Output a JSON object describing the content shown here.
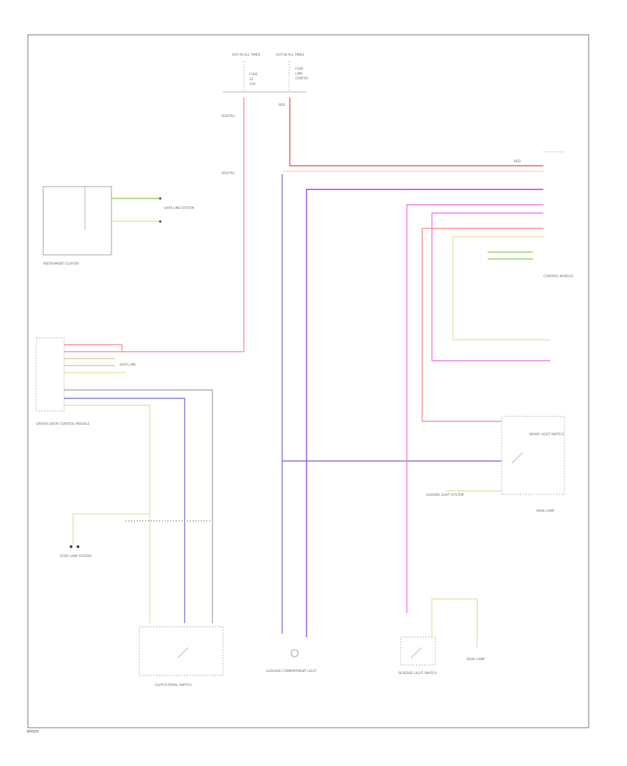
{
  "colors": {
    "red": "#ff9090",
    "red_bright": "#ff5050",
    "blue": "#7777dd",
    "purple": "#9944cc",
    "magenta": "#ee77ee",
    "yellow": "#e8e0a8",
    "green": "#99cc66",
    "gray": "#aaaaaa",
    "black": "#444444",
    "frame": "#888888"
  },
  "labels": {
    "hot_left": "HOT IN ALL TIMES",
    "hot_right": "HOT IN ALL TIMES",
    "fuse_left_1": "FUSE",
    "fuse_left_2": "22",
    "fuse_left_3": "10A",
    "fuse_right_1": "FUSE",
    "fuse_right_2": "LINK",
    "fuse_right_3": "CENTER",
    "wire_red_yel_1": "RED/YEL",
    "wire_red_yel_2": "RED/YEL",
    "wire_red_1": "RED",
    "wire_red_2": "RED",
    "data_lines": "DATA LINE SYSTEM",
    "instrument_cluster": "INSTRUMENT CLUSTER",
    "control_module": "CONTROL MODULE",
    "data_link_1": "DATA LINE",
    "driver_module": "DRIVER DOOR CONTROL MODULE",
    "stop_lamp": "STOP LAMP SYSTEM",
    "brake_switch": "BRAKE LIGHT SWITCH",
    "clutch_switch": "CLUTCH PEDAL SWITCH",
    "park_lamp": "PARK LAMP",
    "luggage_lamp": "LUGGAGE COMPARTMENT LIGHT",
    "reverse_switch": "REVERSE LIGHT SWITCH",
    "rear_lamp": "REAR LAMP",
    "hazard_system": "HAZARD LIGHT SYSTEM",
    "footer": "W0000"
  }
}
